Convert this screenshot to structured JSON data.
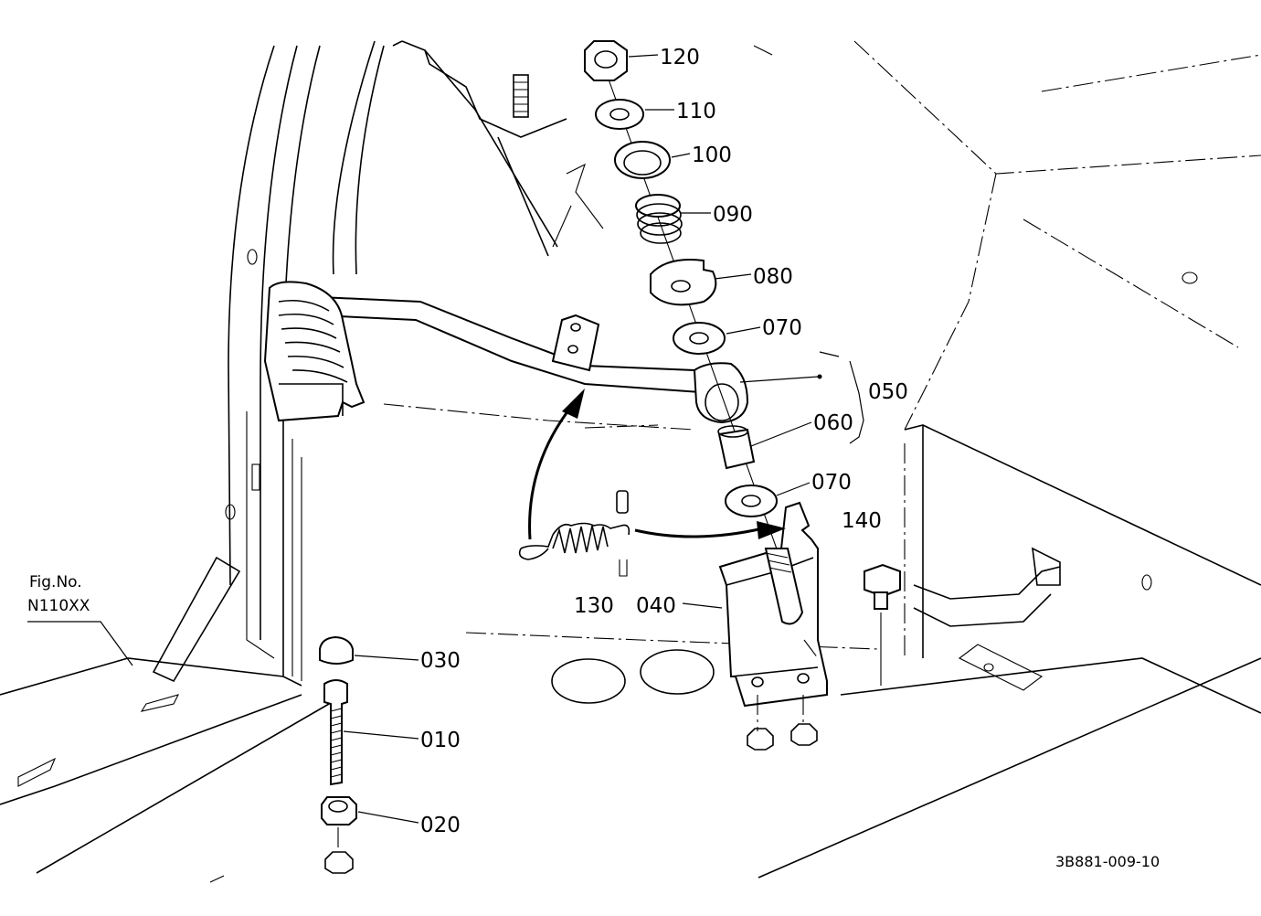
{
  "figure": {
    "ref_label": "Fig.No.",
    "ref_number": "N110XX",
    "drawing_code": "3B881-009-10"
  },
  "callouts": [
    {
      "id": "120",
      "label": "120"
    },
    {
      "id": "110",
      "label": "110"
    },
    {
      "id": "100",
      "label": "100"
    },
    {
      "id": "090",
      "label": "090"
    },
    {
      "id": "080",
      "label": "080"
    },
    {
      "id": "070a",
      "label": "070"
    },
    {
      "id": "050",
      "label": "050"
    },
    {
      "id": "060",
      "label": "060"
    },
    {
      "id": "070b",
      "label": "070"
    },
    {
      "id": "140",
      "label": "140"
    },
    {
      "id": "130",
      "label": "130"
    },
    {
      "id": "040",
      "label": "040"
    },
    {
      "id": "030",
      "label": "030"
    },
    {
      "id": "010",
      "label": "010"
    },
    {
      "id": "020",
      "label": "020"
    }
  ]
}
